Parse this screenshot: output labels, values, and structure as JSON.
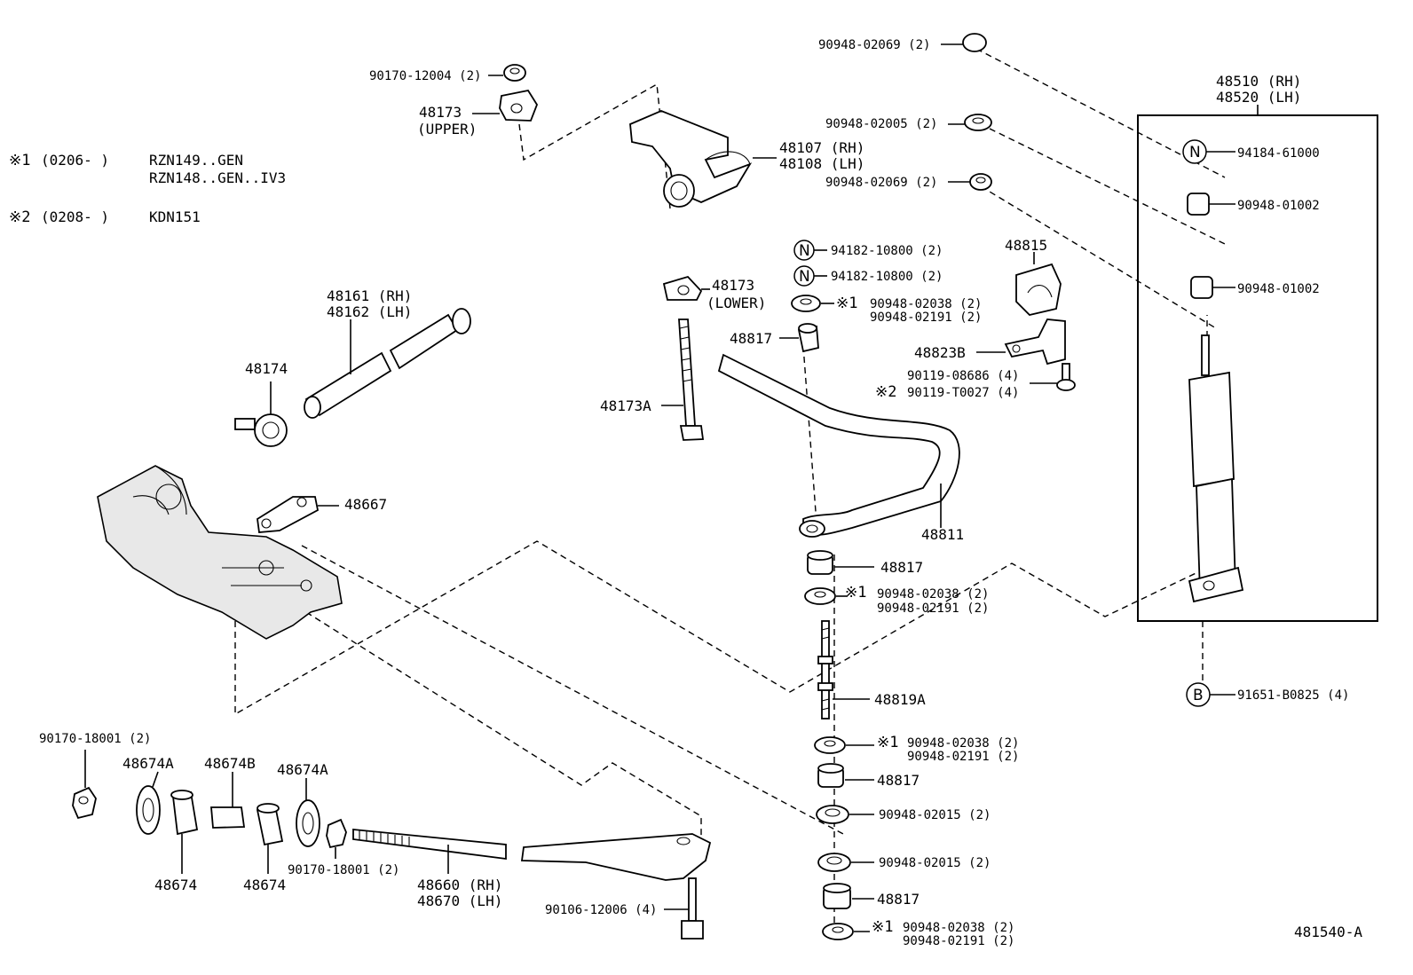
{
  "notes": {
    "note1_mark": "※1",
    "note1_range": "(0206-     )",
    "note1_line1": "RZN149..GEN",
    "note1_line2": "RZN148..GEN..IV3",
    "note2_mark": "※2",
    "note2_range": "(0208-     )",
    "note2_line1": "KDN151"
  },
  "labels": {
    "p90170_12004": "90170-12004 (2)",
    "p48173_upper": "48173",
    "upper": "(UPPER)",
    "p48107": "48107 (RH)",
    "p48108": "48108 (LH)",
    "p48173_lower": "48173",
    "lower": "(LOWER)",
    "p48173A": "48173A",
    "p48161": "48161 (RH)",
    "p48162": "48162 (LH)",
    "p48174": "48174",
    "p48667": "48667",
    "p90948_02069_a": "90948-02069 (2)",
    "p90948_02005": "90948-02005 (2)",
    "p90948_02069_b": "90948-02069 (2)",
    "n_mark": "N",
    "b_mark": "B",
    "p94182_a": "94182-10800 (2)",
    "p94182_b": "94182-10800 (2)",
    "mark1": "※1",
    "mark2": "※2",
    "p90948_02038_a": "90948-02038 (2)",
    "p90948_02191_a": "90948-02191 (2)",
    "p48815": "48815",
    "p48817_a": "48817",
    "p48823B": "48823B",
    "p90119_08686": "90119-08686 (4)",
    "p90119_T0027": "90119-T0027 (4)",
    "p48811": "48811",
    "p48817_b": "48817",
    "p90948_02038_b": "90948-02038 (2)",
    "p90948_02191_b": "90948-02191 (2)",
    "p48819A": "48819A",
    "p90948_02038_c": "90948-02038 (2)",
    "p90948_02191_c": "90948-02191 (2)",
    "p48817_c": "48817",
    "p90948_02015_a": "90948-02015 (2)",
    "p90948_02015_b": "90948-02015 (2)",
    "p48817_d": "48817",
    "p90948_02038_d": "90948-02038 (2)",
    "p90948_02191_d": "90948-02191 (2)",
    "p48510": "48510 (RH)",
    "p48520": "48520 (LH)",
    "p94184": "94184-61000",
    "p90948_01002_a": "90948-01002",
    "p90948_01002_b": "90948-01002",
    "p91651": "91651-B0825 (4)",
    "p90170_18001_a": "90170-18001 (2)",
    "p48674A_a": "48674A",
    "p48674B": "48674B",
    "p48674A_b": "48674A",
    "p48674_a": "48674",
    "p48674_b": "48674",
    "p90170_18001_b": "90170-18001 (2)",
    "p48660": "48660 (RH)",
    "p48670": "48670 (LH)",
    "p90106_12006": "90106-12006 (4)",
    "figure_id": "481540-A"
  }
}
